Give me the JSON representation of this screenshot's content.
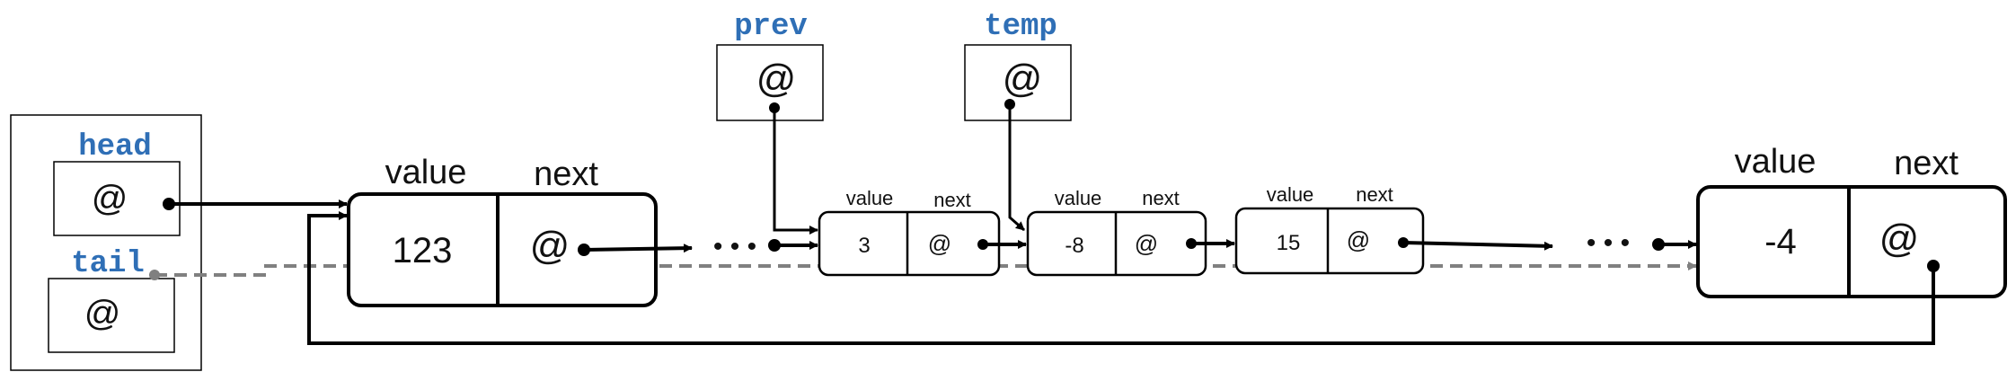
{
  "pointers": {
    "head": {
      "name": "head",
      "symbol": "@"
    },
    "tail": {
      "name": "tail",
      "symbol": "@"
    },
    "prev": {
      "name": "prev",
      "symbol": "@"
    },
    "temp": {
      "name": "temp",
      "symbol": "@"
    }
  },
  "headers": {
    "value": "value",
    "next": "next"
  },
  "nodes": [
    {
      "value": "123",
      "next": "@"
    },
    {
      "value": "3",
      "next": "@"
    },
    {
      "value": "-8",
      "next": "@"
    },
    {
      "value": "15",
      "next": "@"
    },
    {
      "value": "-4",
      "next": "@"
    }
  ],
  "ellipsis": "• • •",
  "colors": {
    "pointer_label": "#2f6fb6",
    "tail_link": "#808080",
    "box": "#000000"
  }
}
